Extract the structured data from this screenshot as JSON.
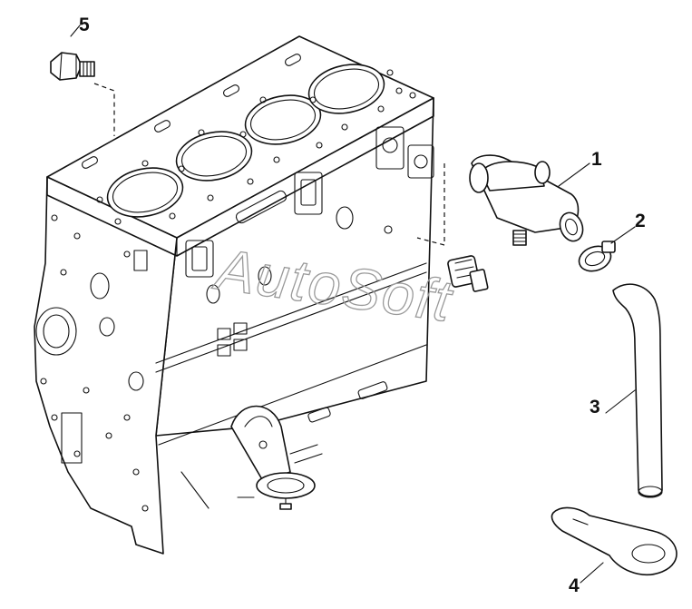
{
  "diagram": {
    "callouts": [
      {
        "id": "1",
        "label": "1"
      },
      {
        "id": "2",
        "label": "2"
      },
      {
        "id": "3",
        "label": "3"
      },
      {
        "id": "4",
        "label": "4"
      },
      {
        "id": "5",
        "label": "5"
      }
    ],
    "watermark": "AutoSoft"
  },
  "colors": {
    "line": "#111111",
    "background": "#ffffff",
    "watermark": "#9a9a9a"
  }
}
